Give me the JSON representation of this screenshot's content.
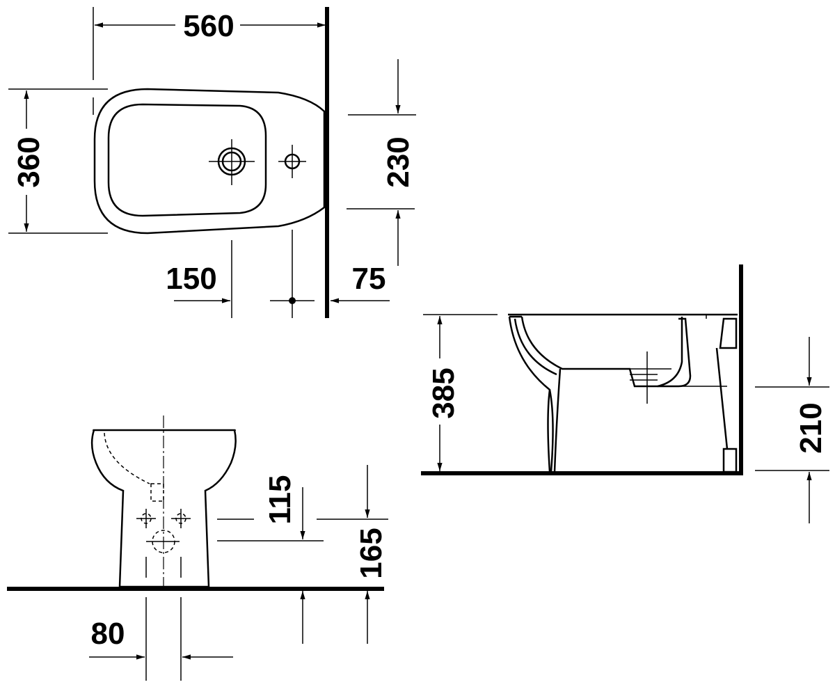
{
  "dimensions": {
    "top_width": "560",
    "top_depth": "360",
    "right_offset": "230",
    "hole_offset": "150",
    "wall_offset": "75",
    "side_height": "385",
    "side_outlet_height": "210",
    "front_inlet_height": "115",
    "front_outlet_height": "165",
    "front_outlet_width": "80"
  }
}
